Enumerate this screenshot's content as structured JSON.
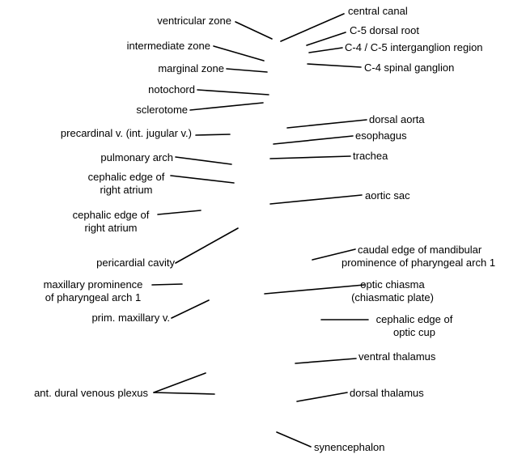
{
  "labels": {
    "ventricular_zone": "ventricular zone",
    "intermediate_zone": "intermediate zone",
    "marginal_zone": "marginal zone",
    "notochord": "notochord",
    "sclerotome": "sclerotome",
    "precardinal_v": "precardinal v. (int. jugular v.)",
    "pulmonary_arch": "pulmonary arch",
    "cephalic_edge_right_atrium_1_line1": "cephalic edge of",
    "cephalic_edge_right_atrium_1_line2": "right atrium",
    "cephalic_edge_right_atrium_2_line1": "cephalic edge of",
    "cephalic_edge_right_atrium_2_line2": "right atrium",
    "pericardial_cavity": "pericardial cavity",
    "maxillary_prominence_line1": "maxillary prominence",
    "maxillary_prominence_line2": "of pharyngeal arch 1",
    "prim_maxillary_v": "prim. maxillary v.",
    "ant_dural_venous_plexus": "ant. dural venous plexus",
    "central_canal": "central canal",
    "c5_dorsal_root": "C-5 dorsal root",
    "c4_c5_interganglion": "C-4 / C-5 interganglion region",
    "c4_spinal_ganglion": "C-4 spinal ganglion",
    "dorsal_aorta": "dorsal aorta",
    "esophagus": "esophagus",
    "trachea": "trachea",
    "aortic_sac": "aortic sac",
    "caudal_edge_mandibular_line1": "caudal edge of mandibular",
    "caudal_edge_mandibular_line2": "prominence of pharyngeal arch 1",
    "optic_chiasma_line1": "optic chiasma",
    "optic_chiasma_line2": "(chiasmatic plate)",
    "cephalic_edge_optic_cup_line1": "cephalic edge of",
    "cephalic_edge_optic_cup_line2": "optic cup",
    "ventral_thalamus": "ventral thalamus",
    "dorsal_thalamus": "dorsal thalamus",
    "synencephalon": "synencephalon"
  }
}
